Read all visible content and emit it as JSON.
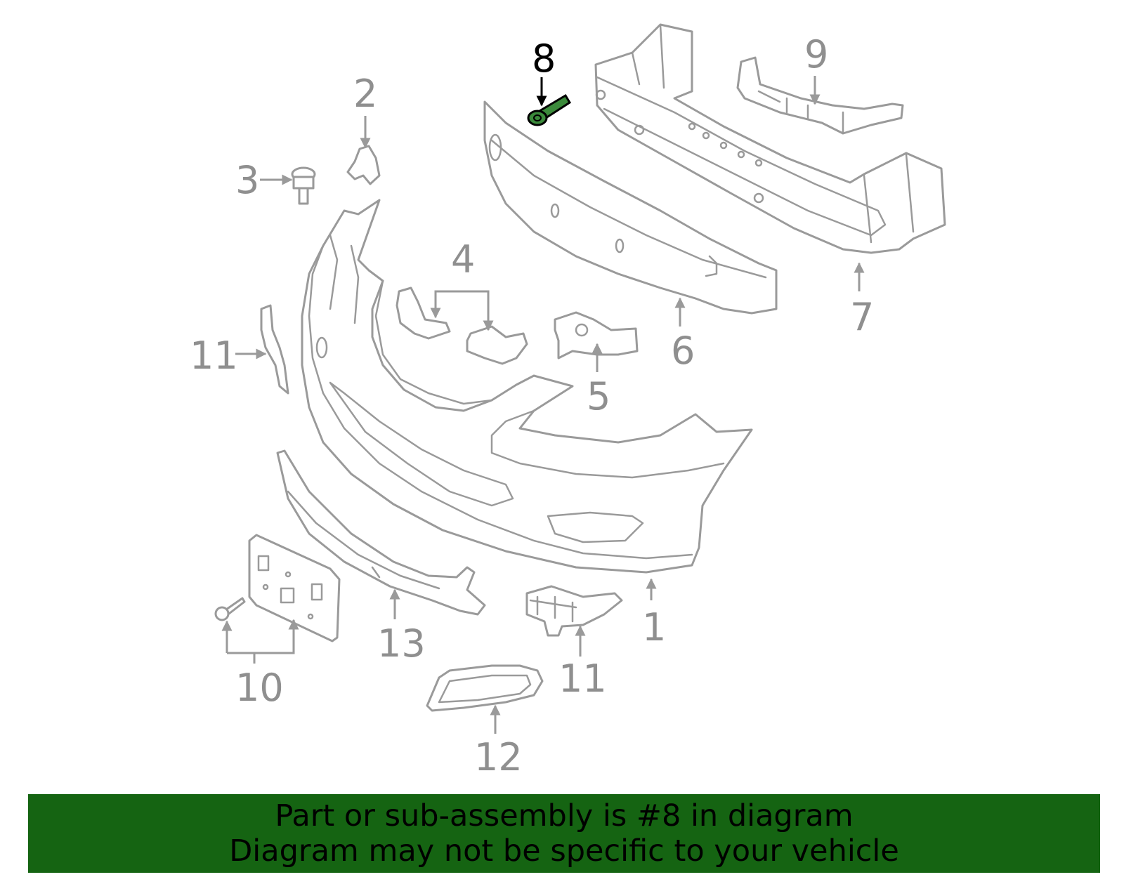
{
  "diagram": {
    "callouts": [
      {
        "id": "callout-1",
        "label": "1"
      },
      {
        "id": "callout-2",
        "label": "2"
      },
      {
        "id": "callout-3",
        "label": "3"
      },
      {
        "id": "callout-4",
        "label": "4"
      },
      {
        "id": "callout-5",
        "label": "5"
      },
      {
        "id": "callout-6",
        "label": "6"
      },
      {
        "id": "callout-7",
        "label": "7"
      },
      {
        "id": "callout-8",
        "label": "8"
      },
      {
        "id": "callout-9",
        "label": "9"
      },
      {
        "id": "callout-10",
        "label": "10"
      },
      {
        "id": "callout-11a",
        "label": "11"
      },
      {
        "id": "callout-11b",
        "label": "11"
      },
      {
        "id": "callout-12",
        "label": "12"
      },
      {
        "id": "callout-13",
        "label": "13"
      }
    ],
    "highlighted_part": "8",
    "colors": {
      "part_outline": "#9a9a9a",
      "highlight": "#3b8a3b",
      "banner": "#156412"
    }
  },
  "banner": {
    "line1": "Part or sub-assembly is #8 in diagram",
    "line2": "Diagram may not be specific to your vehicle"
  }
}
